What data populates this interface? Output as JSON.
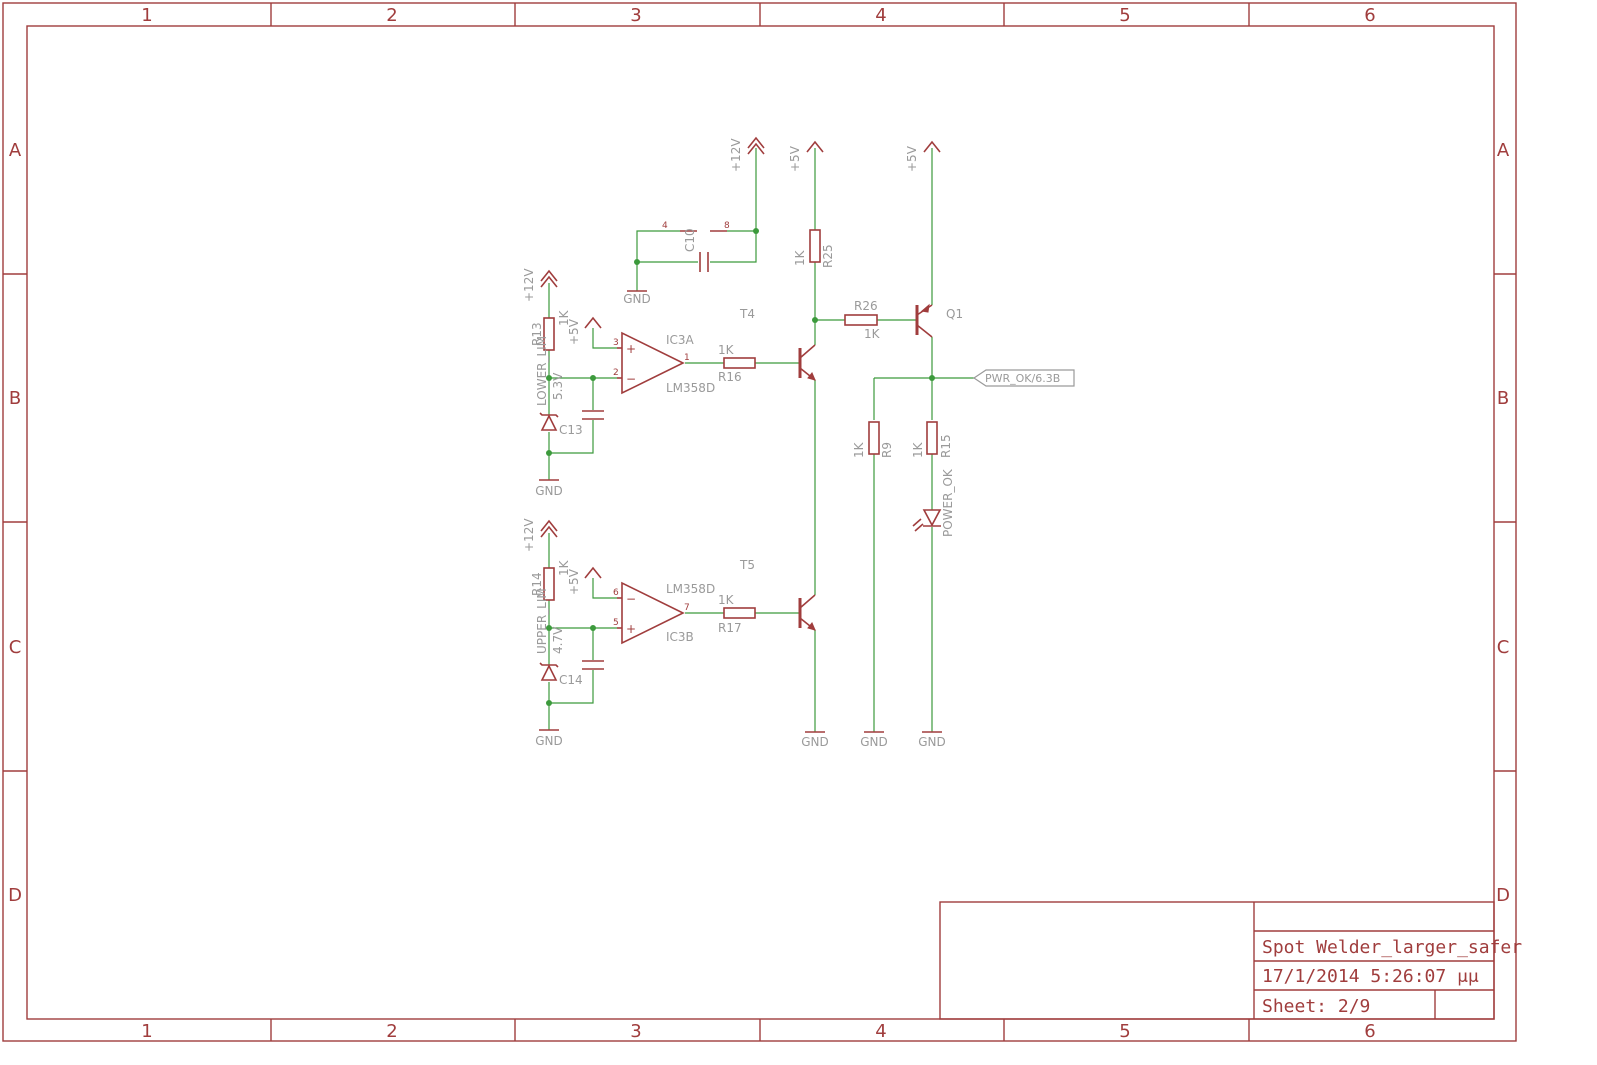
{
  "frame": {
    "col_labels": [
      "1",
      "2",
      "3",
      "4",
      "5",
      "6"
    ],
    "row_labels": [
      "A",
      "B",
      "C",
      "D"
    ]
  },
  "title_block": {
    "title": "Spot Welder_larger_safer",
    "date": "17/1/2014 5:26:07 μμ",
    "sheet": "Sheet: 2/9"
  },
  "power": {
    "p12v": "+12V",
    "p5v": "+5V",
    "gnd": "GND"
  },
  "parts": {
    "c10": "C10",
    "pin4": "4",
    "pin8": "8",
    "r25": "R25",
    "r25_val": "1K",
    "t4": "T4",
    "t5": "T5",
    "r26": "R26",
    "r26_val": "1K",
    "q1": "Q1",
    "ic3a": "IC3A",
    "ic3a_part": "LM358D",
    "ic3b": "IC3B",
    "ic3b_part": "LM358D",
    "pin3": "3",
    "pin2": "2",
    "pin1": "1",
    "pin6": "6",
    "pin5": "5",
    "pin7": "7",
    "plus": "+",
    "minus": "−",
    "r16": "R16",
    "r16_val": "1K",
    "r17": "R17",
    "r17_val": "1K",
    "r13": "R13",
    "r13_val": "1K",
    "r14": "R14",
    "r14_val": "1K",
    "lower_lim": "LOWER_LIM",
    "upper_lim": "UPPER_LIM",
    "z_lower": "5.3V",
    "z_upper": "4.7V",
    "c13": "C13",
    "c14": "C14",
    "r9": "R9",
    "r9_val": "1K",
    "r15": "R15",
    "r15_val": "1K",
    "power_ok": "POWER_OK",
    "pwr_port": "PWR_OK/6.3B"
  }
}
